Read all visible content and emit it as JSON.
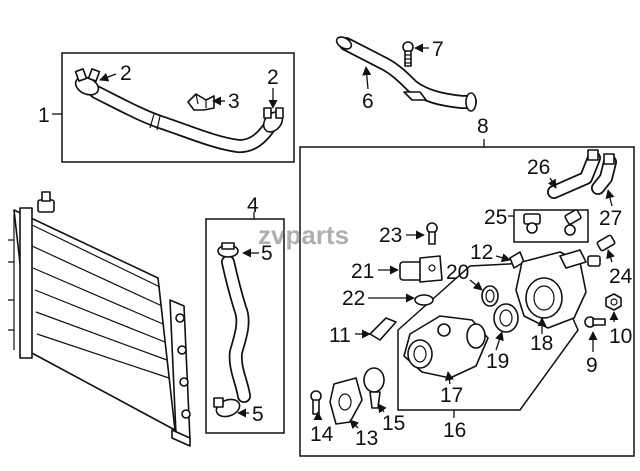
{
  "watermark": "zvparts",
  "callouts": {
    "c1": "1",
    "c2a": "2",
    "c2b": "2",
    "c3": "3",
    "c4": "4",
    "c5a": "5",
    "c5b": "5",
    "c6": "6",
    "c7": "7",
    "c8": "8",
    "c9": "9",
    "c10": "10",
    "c11": "11",
    "c12": "12",
    "c13": "13",
    "c14": "14",
    "c15": "15",
    "c16": "16",
    "c17": "17",
    "c18": "18",
    "c19": "19",
    "c20": "20",
    "c21": "21",
    "c22": "22",
    "c23": "23",
    "c24": "24",
    "c25": "25",
    "c26": "26",
    "c27": "27"
  }
}
